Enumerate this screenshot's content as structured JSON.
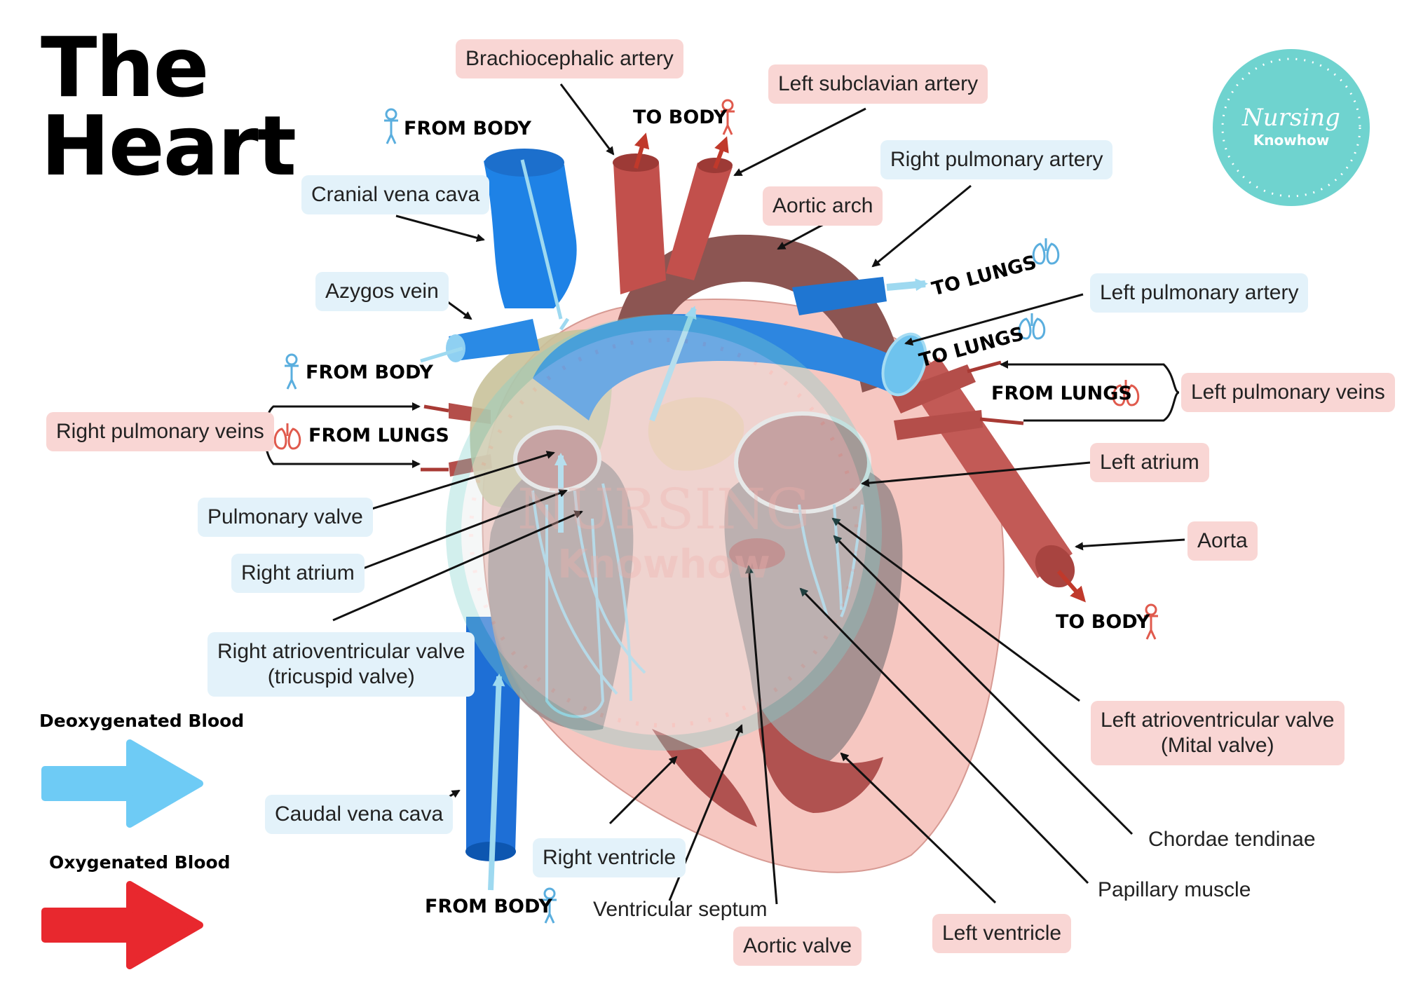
{
  "title_lines": [
    "The",
    "Heart"
  ],
  "colors": {
    "deoxygenated": "#6ecbf5",
    "oxygenated": "#e8282e",
    "vein_blue": "#1e88e5",
    "artery_red": "#c0504d",
    "label_blue_bg": "#e3f2fa",
    "label_pink_bg": "#f9d6d4",
    "logo_teal": "#6fd3cf"
  },
  "logo": {
    "line1": "Nursing",
    "line2": "Knowhow"
  },
  "watermark": {
    "line1": "NURSING",
    "line2": "Knowhow"
  },
  "labels": {
    "brachiocephalic_artery": "Brachiocephalic artery",
    "left_subclavian_artery": "Left subclavian artery",
    "right_pulmonary_artery": "Right pulmonary artery",
    "aortic_arch": "Aortic arch",
    "cranial_vena_cava": "Cranial vena cava",
    "azygos_vein": "Azygos vein",
    "left_pulmonary_artery": "Left pulmonary artery",
    "left_pulmonary_veins": "Left pulmonary veins",
    "right_pulmonary_veins": "Right pulmonary veins",
    "left_atrium": "Left atrium",
    "pulmonary_valve": "Pulmonary valve",
    "aorta": "Aorta",
    "right_atrium": "Right atrium",
    "right_av_valve_line1": "Right atrioventricular valve",
    "right_av_valve_line2": "(tricuspid valve)",
    "left_av_valve_line1": "Left atrioventricular valve",
    "left_av_valve_line2": "(Mital valve)",
    "caudal_vena_cava": "Caudal vena cava",
    "chordae_tendinae": "Chordae tendinae",
    "right_ventricle": "Right ventricle",
    "papillary_muscle": "Papillary muscle",
    "ventricular_septum": "Ventricular septum",
    "left_ventricle": "Left ventricle",
    "aortic_valve": "Aortic valve"
  },
  "flow": {
    "from_body": "FROM BODY",
    "to_body": "TO BODY",
    "to_lungs": "TO LUNGS",
    "from_lungs": "FROM LUNGS"
  },
  "legend": {
    "deoxygenated": "Deoxygenated Blood",
    "oxygenated": "Oxygenated Blood"
  }
}
